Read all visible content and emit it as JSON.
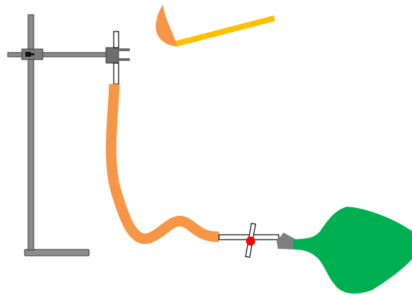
{
  "diagram": {
    "components": [
      {
        "id": "retort-stand",
        "icon": "stand-rod-icon"
      },
      {
        "id": "stand-clamp",
        "icon": "clamp-icon"
      },
      {
        "id": "glass-tube",
        "icon": "tube-icon"
      },
      {
        "id": "rubber-tubing",
        "icon": "hose-icon"
      },
      {
        "id": "stopcock",
        "icon": "valve-icon"
      },
      {
        "id": "nozzle",
        "icon": "nozzle-icon"
      },
      {
        "id": "rubber-bladder",
        "icon": "bladder-icon"
      },
      {
        "id": "burning-splint",
        "icon": "flame-icon"
      }
    ]
  },
  "colors": {
    "rod": "#8c8c8c",
    "rod_stroke": "#3a3a3a",
    "clamp": "#6e6e6e",
    "tube_fill": "#ffffff",
    "tube_stroke": "#000000",
    "rubber_hose": "#f79646",
    "nozzle": "#7f7f7f",
    "bladder": "#00b050",
    "valve_handle": "#ff0000",
    "splint": "#ffc000",
    "flame": "#f79646"
  }
}
